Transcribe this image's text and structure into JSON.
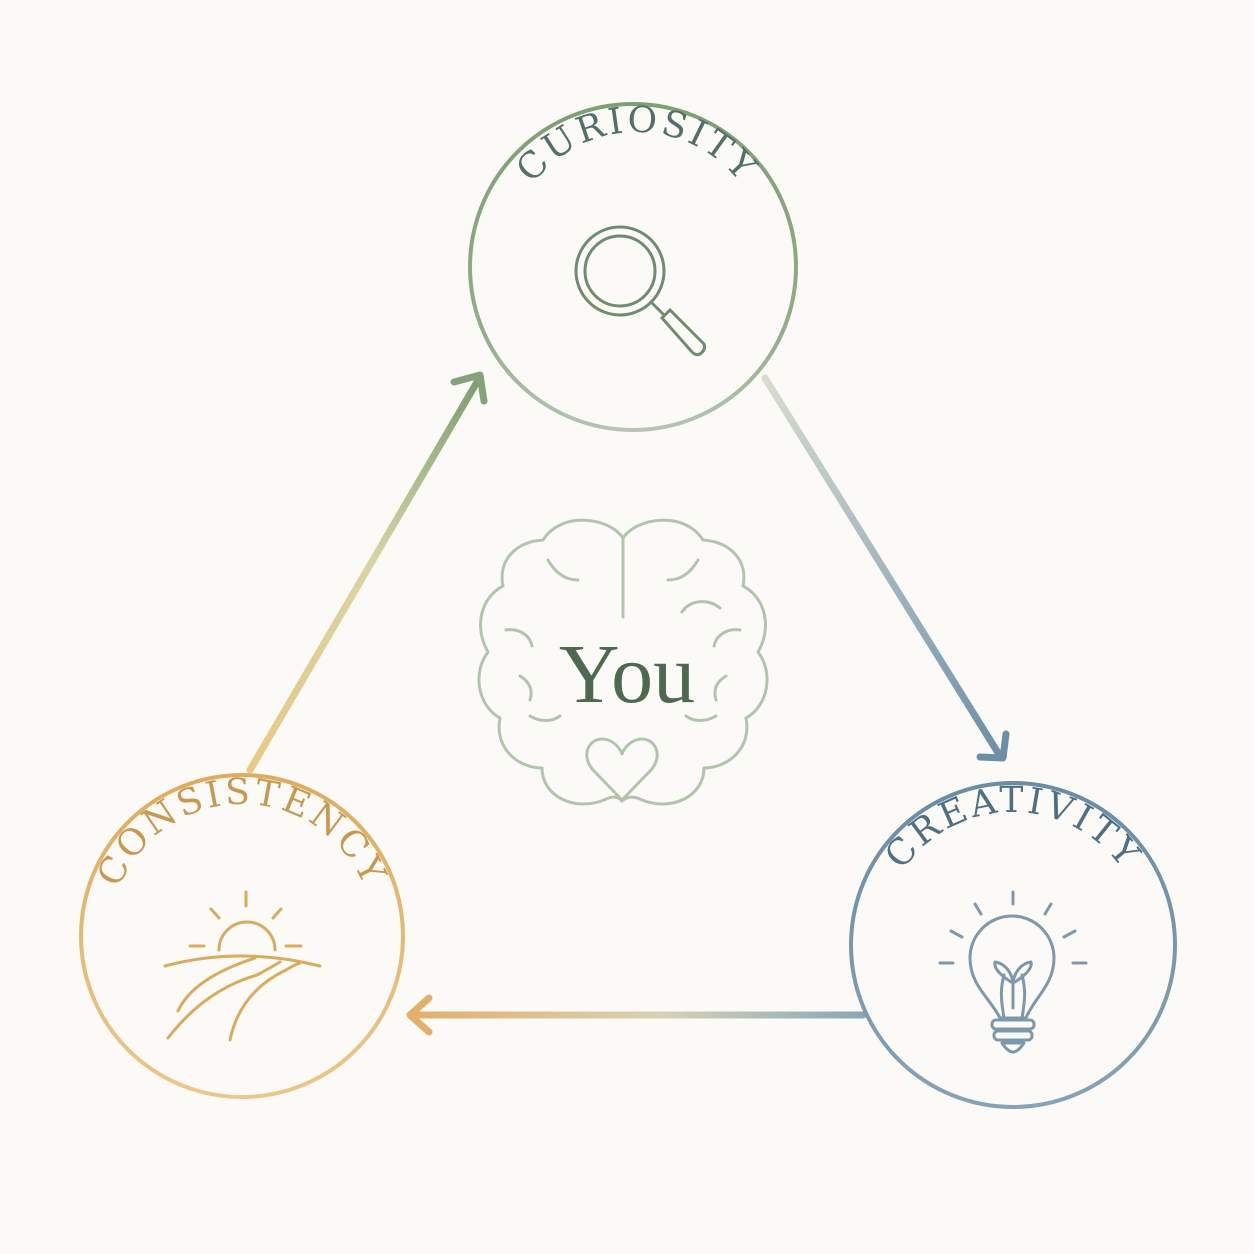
{
  "center": {
    "label": "You",
    "icon": "brain-heart-icon"
  },
  "nodes": [
    {
      "id": "curiosity",
      "label": "CURIOSITY",
      "icon": "magnifying-glass-icon",
      "color": "#7f9f74"
    },
    {
      "id": "creativity",
      "label": "CREATIVITY",
      "icon": "lightbulb-icon",
      "color": "#6c8ea6"
    },
    {
      "id": "consistency",
      "label": "CONSISTENCY",
      "icon": "sunrise-path-icon",
      "color": "#deac5e"
    }
  ],
  "edges": [
    {
      "from": "consistency",
      "to": "curiosity"
    },
    {
      "from": "curiosity",
      "to": "creativity"
    },
    {
      "from": "creativity",
      "to": "consistency"
    }
  ],
  "colors": {
    "background": "#fbfaf6",
    "center_text": "#4d6a50",
    "brain_outline": "#b3c4ad",
    "curiosity_icon": "#6f8c6f",
    "creativity_icon": "#7d98aa",
    "consistency_icon": "#d9ab5e",
    "mid_gradient": "#c7ceb0"
  }
}
